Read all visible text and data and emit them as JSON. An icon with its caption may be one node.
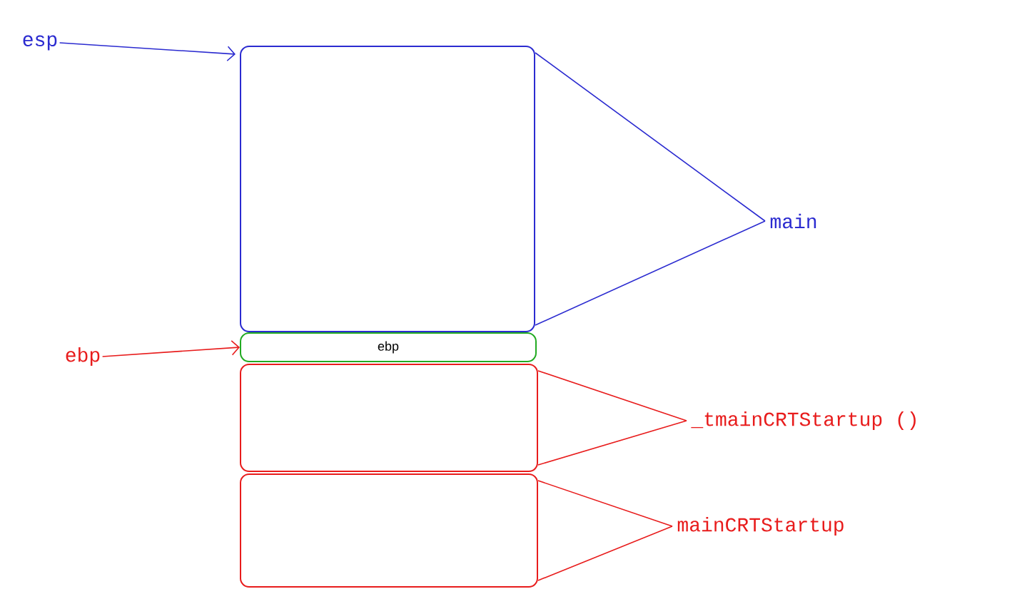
{
  "diagram": {
    "nodes": [
      {
        "text": [
          "esp"
        ]
      },
      {
        "text": [],
        "shape": "box"
      },
      {
        "text": [
          "ebp"
        ]
      },
      {
        "text": [],
        "shape": "box"
      },
      {
        "text": [],
        "shape": "box"
      },
      {
        "text": [
          "main"
        ]
      },
      {
        "text": [
          "_tmainCRTStartup ()"
        ]
      },
      {
        "text": [
          "mainCRTStartup"
        ]
      },
      {
        "text": [
          "ebp"
        ]
      }
    ],
    "edges": [
      {
        "from": 0,
        "to": 1,
        "arrow": "to",
        "color": "#2b2bd0"
      },
      {
        "from": 8,
        "to": 2,
        "arrow": "to"
      },
      {
        "from": 5,
        "to": 1,
        "arrow": "none",
        "color": "#2b2bd0"
      },
      {
        "from": 6,
        "to": 3,
        "arrow": "none"
      },
      {
        "from": 7,
        "to": 4,
        "arrow": "none"
      }
    ]
  }
}
